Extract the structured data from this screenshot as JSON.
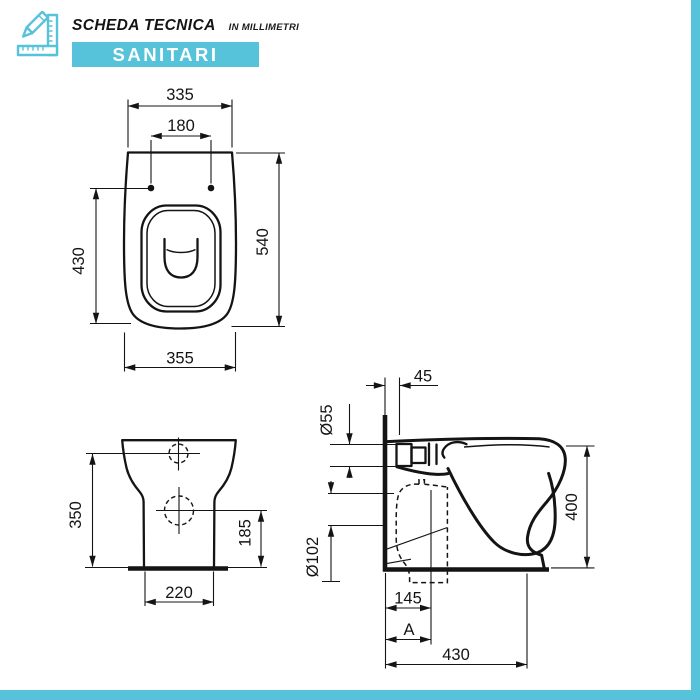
{
  "header": {
    "title": "SCHEDA TECNICA",
    "subtitle": "IN MILLIMETRI",
    "badge": "SANITARI",
    "icon": "pencil-ruler-icon"
  },
  "colors": {
    "accent": "#57c3da",
    "line": "#141414",
    "background": "#ffffff"
  },
  "views": {
    "top": {
      "dim_width_top": "335",
      "dim_fixing_holes": "180",
      "dim_depth_left": "430",
      "dim_depth_right": "540",
      "dim_width_max": "355"
    },
    "front": {
      "dim_height_inlet": "350",
      "dim_height_outlet": "185",
      "dim_base_width": "220"
    },
    "side": {
      "dim_wall_to_inlet": "45",
      "dim_inlet_diameter": "Ø55",
      "dim_outlet_diameter": "Ø102",
      "dim_height": "400",
      "dim_wall_to_outlet": "145",
      "dim_variable": "A",
      "dim_depth": "430"
    }
  }
}
